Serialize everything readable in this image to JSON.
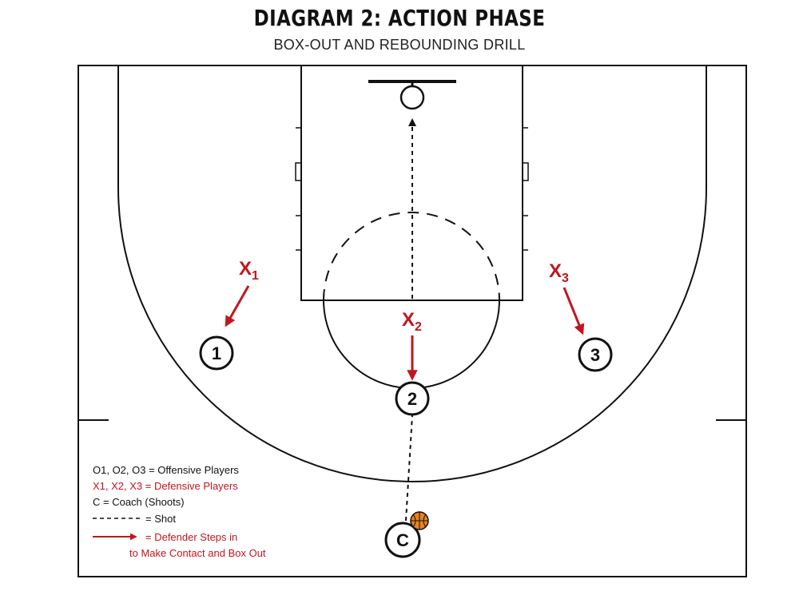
{
  "header": {
    "title": "DIAGRAM 2: ACTION PHASE",
    "subtitle": "BOX-OUT AND REBOUNDING DRILL"
  },
  "players": {
    "o1": "1",
    "o2": "2",
    "o3": "3",
    "coach": "C"
  },
  "defenders": {
    "x1": {
      "letter": "X",
      "sub": "1"
    },
    "x2": {
      "letter": "X",
      "sub": "2"
    },
    "x3": {
      "letter": "X",
      "sub": "3"
    }
  },
  "legend": {
    "offense": "O1, O2, O3 = Offensive Players",
    "defense": "X1, X2, X3 = Defensive Players",
    "coach": "C = Coach (Shoots)",
    "shot": "= Shot",
    "step_line1": "= Defender Steps in",
    "step_line2": "to Make Contact and Box Out"
  },
  "colors": {
    "defense_red": "#c0161e",
    "court_line": "#111111",
    "ball_orange": "#e8821e"
  },
  "icons": {
    "ball": "basketball-icon",
    "hoop": "hoop-icon"
  }
}
